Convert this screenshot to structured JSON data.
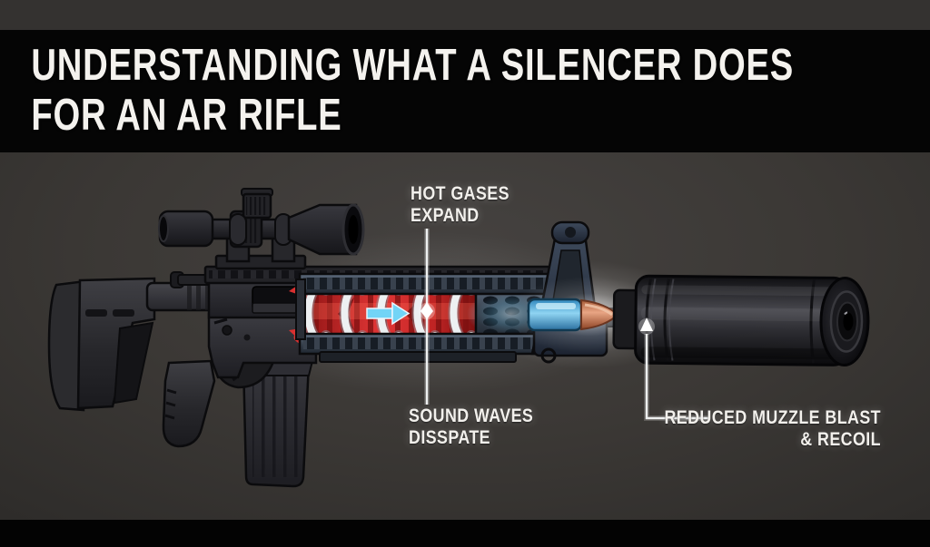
{
  "title": {
    "line1": "UNDERSTANDING WHAT A SILENCER DOES",
    "line2": "FOR AN AR RIFLE"
  },
  "callouts": {
    "hot_gases": {
      "line1": "HOT GASES",
      "line2": "EXPAND"
    },
    "sound_waves": {
      "line1": "SOUND WAVES",
      "line2": "DISSPATE"
    },
    "muzzle": {
      "line1": "REDUCED MUZZLE BLAST",
      "line2": "& RECOIL"
    }
  },
  "diagram": {
    "subject": "AR rifle with suppressor cutaway showing gas and sound wave flow",
    "colors": {
      "background": "#3b3835",
      "band_black": "#050505",
      "text_white": "#f2f0ec",
      "hot_gas_red": "#d93030",
      "sound_wave_white": "#edf0f2",
      "flow_arrow_blue": "#72d4f6",
      "bullet_case_blue": "#8fd4f2",
      "bullet_tip_copper": "#e8a584",
      "metal_dark": "#232327"
    }
  }
}
